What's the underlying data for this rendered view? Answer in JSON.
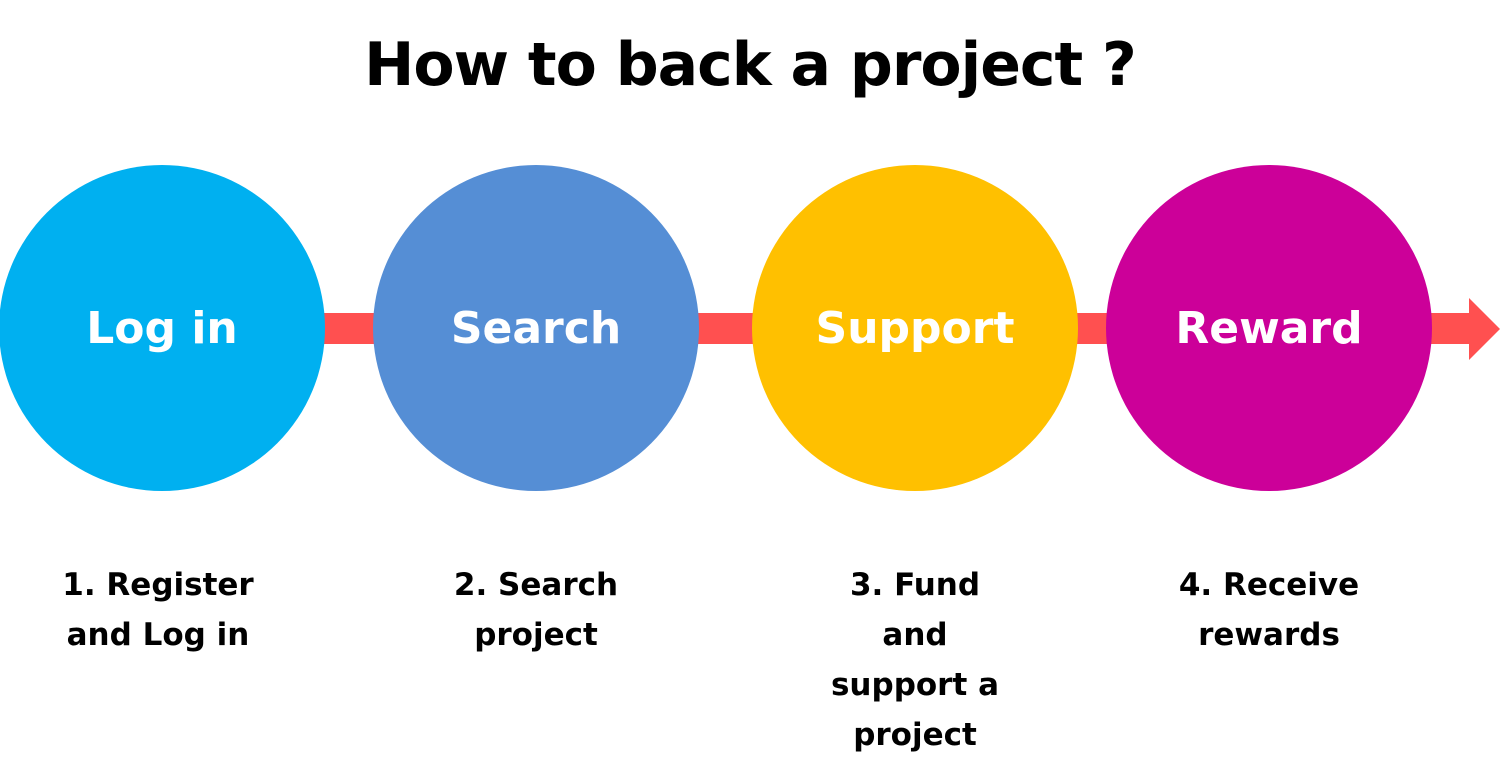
{
  "title": "How to back a project ?",
  "colors": {
    "arrow": "#FF5050"
  },
  "steps": [
    {
      "label": "Log in",
      "description": "1. Register and Log in",
      "color": "#00B0F0"
    },
    {
      "label": "Search",
      "description": "2. Search project",
      "color": "#558ED5"
    },
    {
      "label": "Support",
      "description": "3. Fund and support a project",
      "color": "#FFC000"
    },
    {
      "label": "Reward",
      "description": "4. Receive rewards",
      "color": "#CC0099"
    }
  ]
}
